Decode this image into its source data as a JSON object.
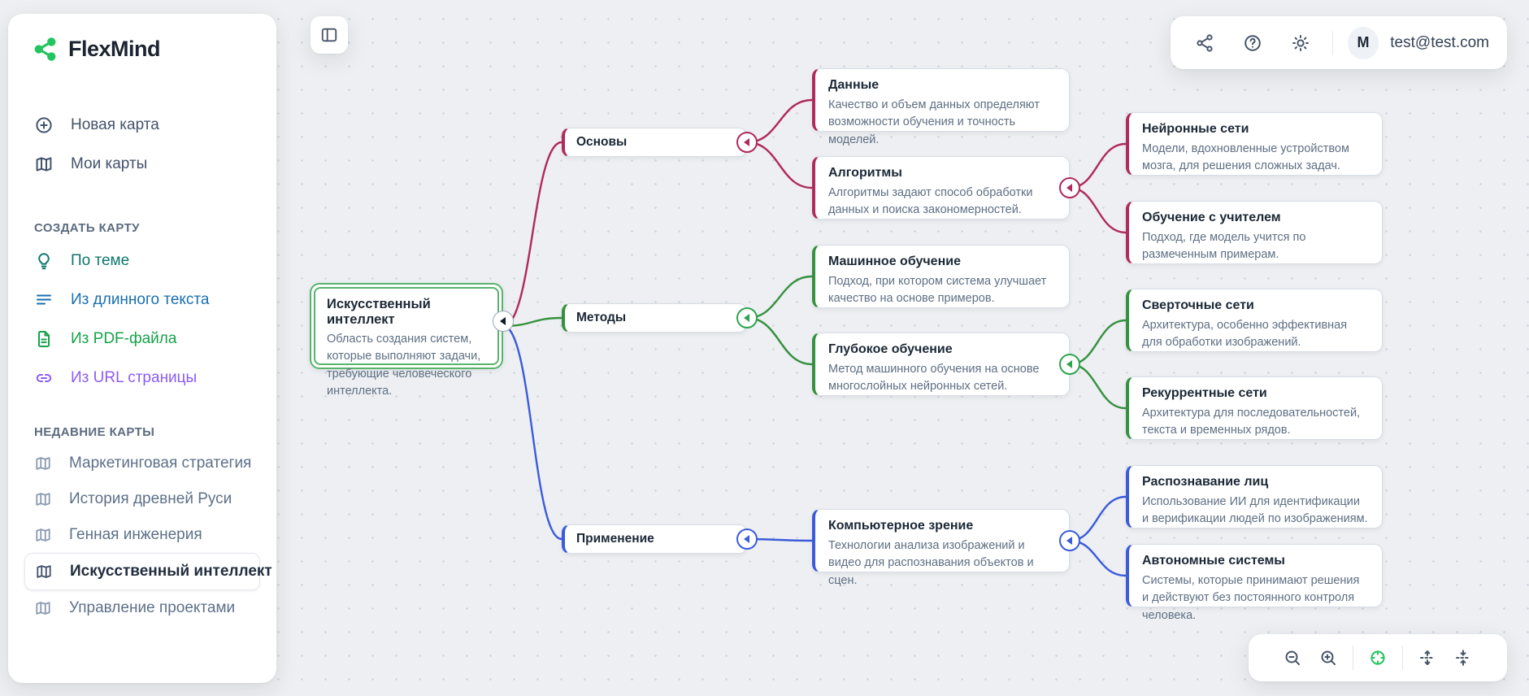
{
  "app": {
    "name": "FlexMind"
  },
  "sidebar": {
    "nav": [
      {
        "label": "Новая карта",
        "icon": "plus-circle-icon"
      },
      {
        "label": "Мои карты",
        "icon": "map-icon"
      }
    ],
    "create": {
      "title": "СОЗДАТЬ КАРТУ",
      "items": [
        {
          "label": "По теме",
          "icon": "lightbulb-icon",
          "color": "#0f766e"
        },
        {
          "label": "Из длинного текста",
          "icon": "text-lines-icon",
          "color": "#1a6fae"
        },
        {
          "label": "Из PDF-файла",
          "icon": "file-icon",
          "color": "#16a34a"
        },
        {
          "label": "Из URL страницы",
          "icon": "link-icon",
          "color": "#8b5cf6"
        }
      ]
    },
    "recent": {
      "title": "НЕДАВНИЕ КАРТЫ",
      "items": [
        "Маркетинговая стратегия",
        "История древней Руси",
        "Генная инженерия",
        "Искусственный интеллект",
        "Управление проектами"
      ],
      "active": "Искусственный интеллект"
    }
  },
  "header": {
    "avatar_initial": "M",
    "email": "test@test.com"
  },
  "mindmap": {
    "branch_colors": {
      "osnovy": "#b02a5b",
      "metody": "#35913f",
      "primenenie": "#3b5bdb"
    },
    "selected_node_color": "#57b46c",
    "nodes": {
      "root": {
        "title": "Искусственный интеллект",
        "desc": "Область создания систем, которые выполняют задачи, требующие человеческого интеллекта."
      },
      "osnovy": {
        "title": "Основы"
      },
      "metody": {
        "title": "Методы"
      },
      "primenenie": {
        "title": "Применение"
      },
      "dannye": {
        "title": "Данные",
        "desc": "Качество и объем данных определяют возможности обучения и точность моделей."
      },
      "algoritmy": {
        "title": "Алгоритмы",
        "desc": "Алгоритмы задают способ обработки данных и поиска закономерностей."
      },
      "mashinnoe": {
        "title": "Машинное обучение",
        "desc": "Подход, при котором система улучшает качество на основе примеров."
      },
      "glubokoe": {
        "title": "Глубокое обучение",
        "desc": "Метод машинного обучения на основе многослойных нейронных сетей."
      },
      "kompyuternoe": {
        "title": "Компьютерное зрение",
        "desc": "Технологии анализа изображений и видео для распознавания объектов и сцен."
      },
      "neyronnye": {
        "title": "Нейронные сети",
        "desc": "Модели, вдохновленные устройством мозга, для решения сложных задач."
      },
      "obuchenie": {
        "title": "Обучение с учителем",
        "desc": "Подход, где модель учится по размеченным примерам."
      },
      "svertochnye": {
        "title": "Сверточные сети",
        "desc": "Архитектура, особенно эффективная для обработки изображений."
      },
      "rekurrentnye": {
        "title": "Рекуррентные сети",
        "desc": "Архитектура для последовательностей, текста и временных рядов."
      },
      "raspoznavanie": {
        "title": "Распознавание лиц",
        "desc": "Использование ИИ для идентификации и верификации людей по изображениям."
      },
      "avtonomnye": {
        "title": "Автономные системы",
        "desc": "Системы, которые принимают решения и действуют без постоянного контроля человека."
      }
    }
  }
}
